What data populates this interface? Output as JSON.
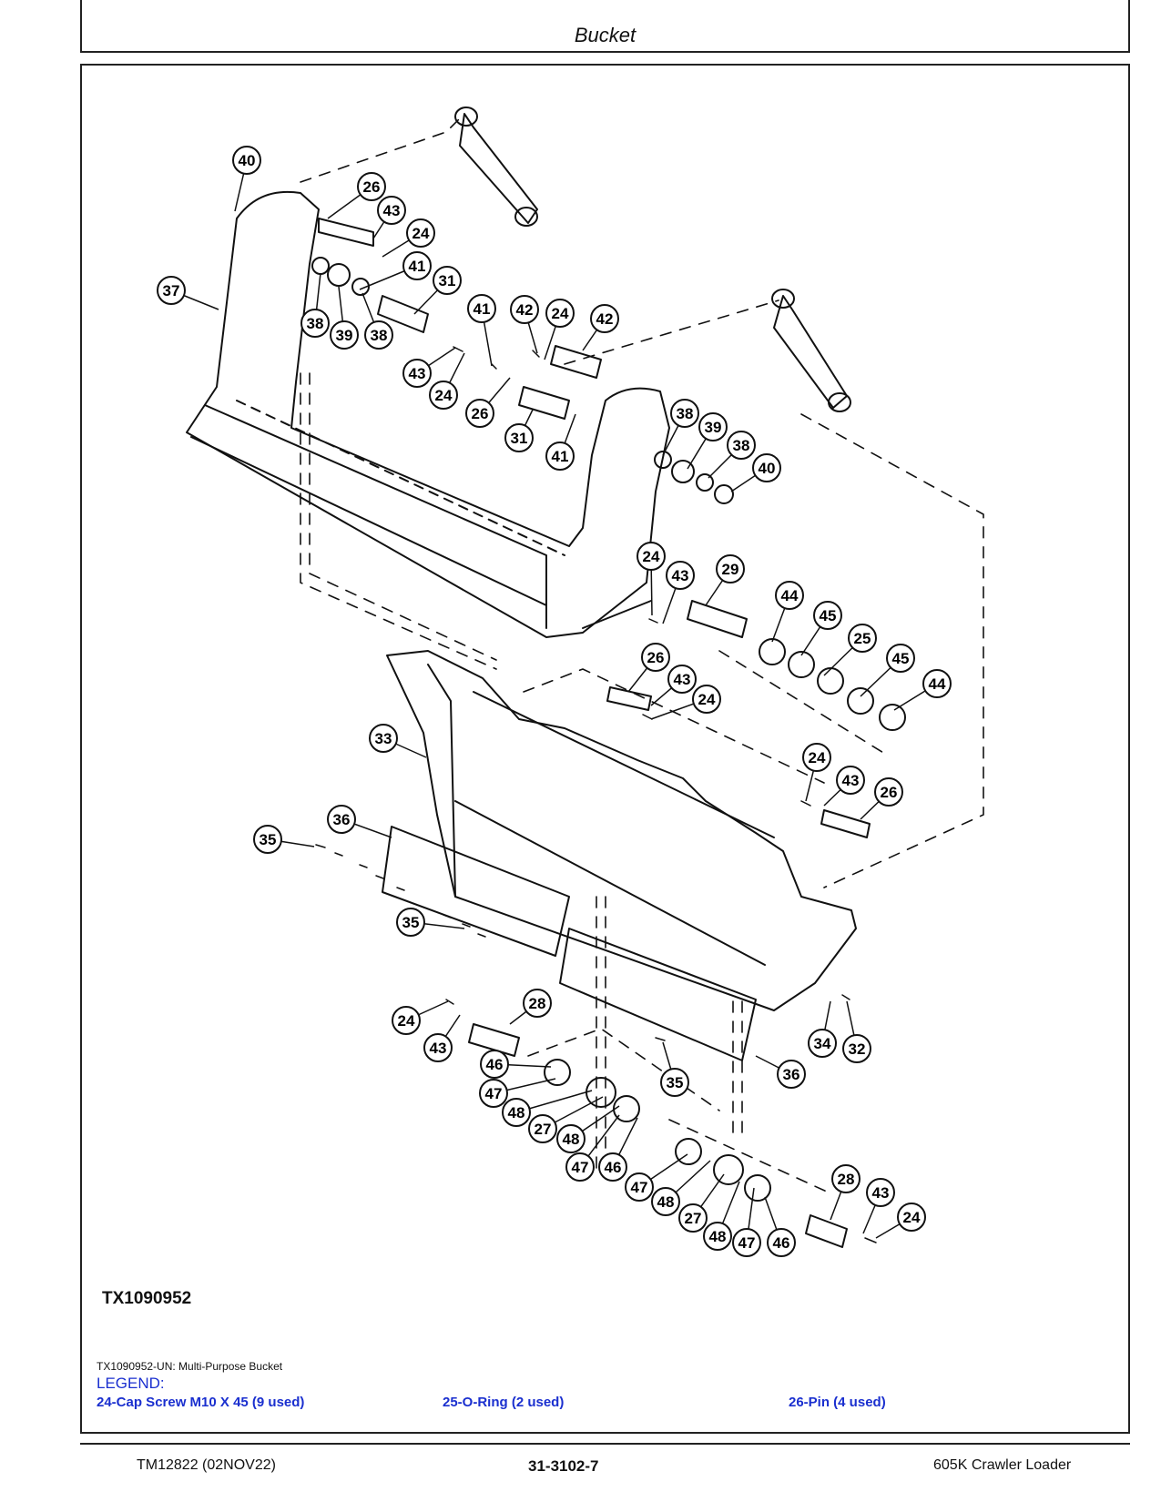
{
  "header": {
    "title": "Bucket"
  },
  "figure": {
    "id_label": "TX1090952",
    "caption": "TX1090952-UN: Multi-Purpose Bucket",
    "callouts": [
      "40",
      "26",
      "43",
      "24",
      "41",
      "31",
      "37",
      "38",
      "39",
      "38",
      "41",
      "24",
      "43",
      "26",
      "42",
      "24",
      "42",
      "31",
      "41",
      "38",
      "39",
      "38",
      "40",
      "24",
      "43",
      "29",
      "44",
      "45",
      "25",
      "45",
      "44",
      "26",
      "43",
      "24",
      "33",
      "24",
      "43",
      "26",
      "36",
      "35",
      "35",
      "28",
      "24",
      "43",
      "34",
      "32",
      "46",
      "47",
      "48",
      "27",
      "48",
      "47",
      "46",
      "35",
      "36",
      "47",
      "48",
      "27",
      "48",
      "47",
      "46",
      "28",
      "43",
      "24"
    ]
  },
  "legend": {
    "title": "LEGEND:",
    "items": [
      "24-Cap Screw M10 X 45 (9 used)",
      "25-O-Ring (2 used)",
      "26-Pin (4 used)"
    ]
  },
  "footer": {
    "left": "TM12822 (02NOV22)",
    "center": "31-3102-7",
    "right": "605K Crawler Loader"
  }
}
